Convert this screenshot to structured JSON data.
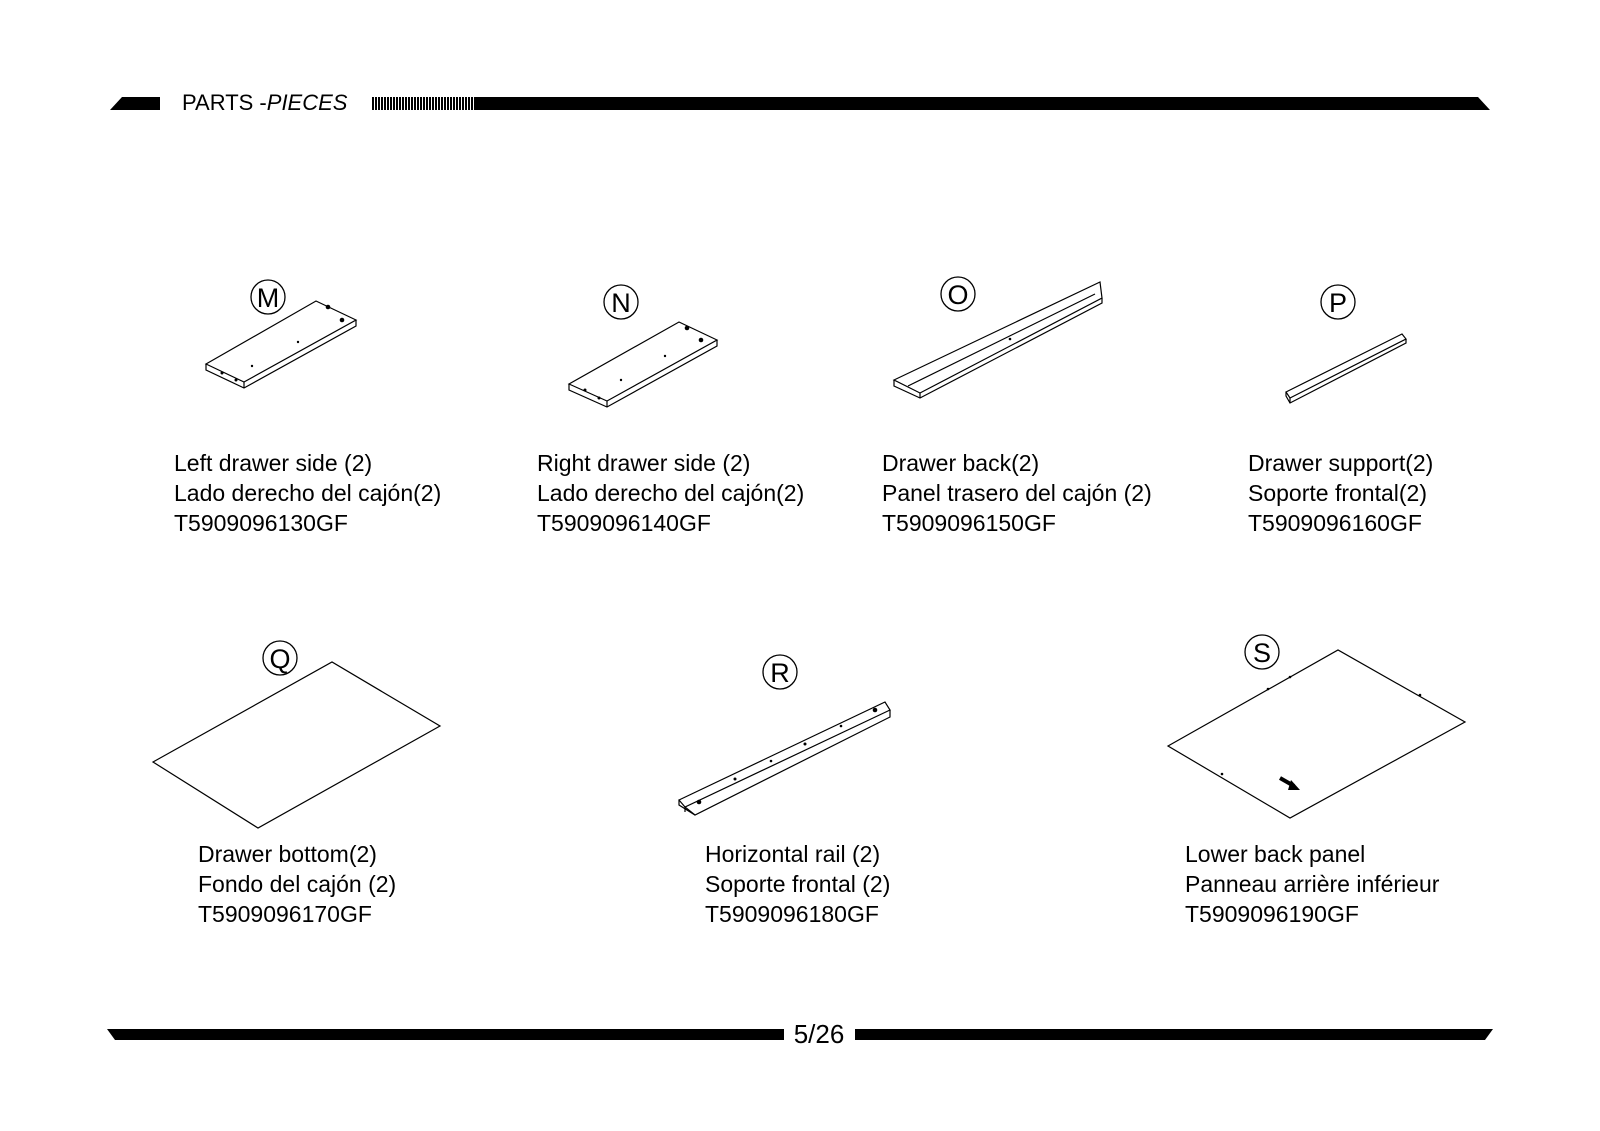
{
  "header": {
    "title_prefix": "PARTS -",
    "title_italic": "PIECES"
  },
  "parts": [
    {
      "letter": "M",
      "name_en": "Left drawer side (2)",
      "name_es": "Lado derecho del cajón(2)",
      "code": "T5909096130GF"
    },
    {
      "letter": "N",
      "name_en": "Right drawer side (2)",
      "name_es": "Lado derecho del cajón(2)",
      "code": "T5909096140GF"
    },
    {
      "letter": "O",
      "name_en": "Drawer back(2)",
      "name_es": "Panel trasero del cajón (2)",
      "code": "T5909096150GF"
    },
    {
      "letter": "P",
      "name_en": "Drawer support(2)",
      "name_es": "Soporte frontal(2)",
      "code": "T5909096160GF"
    },
    {
      "letter": "Q",
      "name_en": "Drawer bottom(2)",
      "name_es": "Fondo del cajón (2)",
      "code": "T5909096170GF"
    },
    {
      "letter": "R",
      "name_en": "Horizontal rail (2)",
      "name_es": "Soporte frontal (2)",
      "code": "T5909096180GF"
    },
    {
      "letter": "S",
      "name_en": "Lower back panel",
      "name_es": "Panneau arrière inférieur",
      "code": "T5909096190GF"
    }
  ],
  "footer": {
    "page": "5/26"
  }
}
